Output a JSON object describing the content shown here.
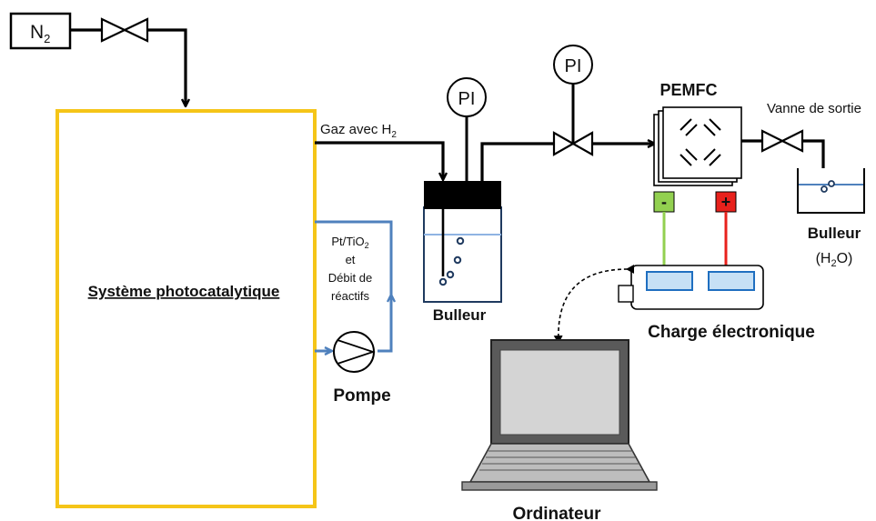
{
  "labels": {
    "n2_base": "N",
    "n2_sub": "2",
    "gas_base": "Gaz avec H",
    "gas_sub": "2",
    "pi_1": "PI",
    "pi_2": "PI",
    "pemfc": "PEMFC",
    "vanne_sortie": "Vanne de sortie",
    "systeme": "Système photocatalytique",
    "catalyst_base": "Pt/TiO",
    "catalyst_sub": "2",
    "et": "et",
    "debit_line1": "Débit de",
    "debit_line2": "réactifs",
    "pompe": "Pompe",
    "bulleur_1": "Bulleur",
    "bulleur_2": "Bulleur",
    "h2o_open": "(H",
    "h2o_sub": "2",
    "h2o_close": "O)",
    "minus": "-",
    "plus": "+",
    "charge": "Charge électronique",
    "ordinateur": "Ordinateur"
  },
  "colors": {
    "photo_border": "#f5c518",
    "blue_line": "#4f81bd",
    "terminal_neg": "#92d050",
    "terminal_pos": "#e8211c",
    "bubbler_cap": "#000000",
    "water_line": "#8fb4e3",
    "screen_fill": "#c6e0f5"
  }
}
